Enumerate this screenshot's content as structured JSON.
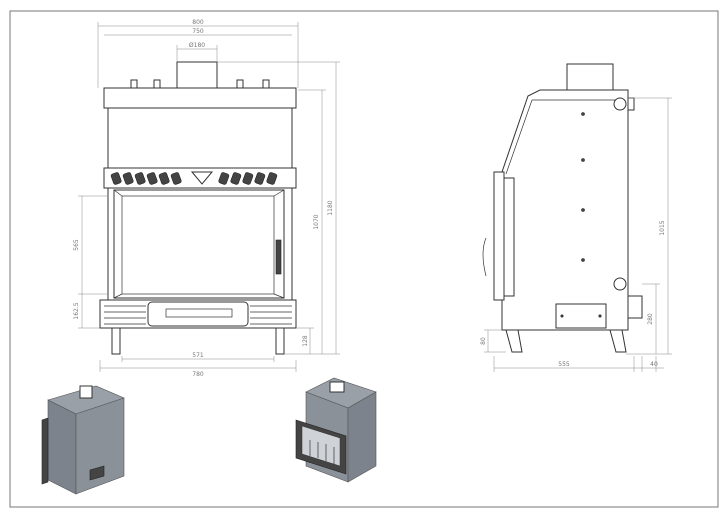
{
  "drawing": {
    "front_view": {
      "dims": {
        "overall_width": "800",
        "upper_width": "750",
        "flue_diameter": "Ø180",
        "opening_height": "565",
        "lower_height": "162.5",
        "height_1070": "1070",
        "height_1180": "1180",
        "leg_height": "128",
        "opening_width": "571",
        "base_width": "780"
      }
    },
    "side_view": {
      "dims": {
        "height_1015": "1015",
        "height_280": "280",
        "foot_height": "80",
        "depth": "555",
        "offset": "40"
      }
    }
  }
}
